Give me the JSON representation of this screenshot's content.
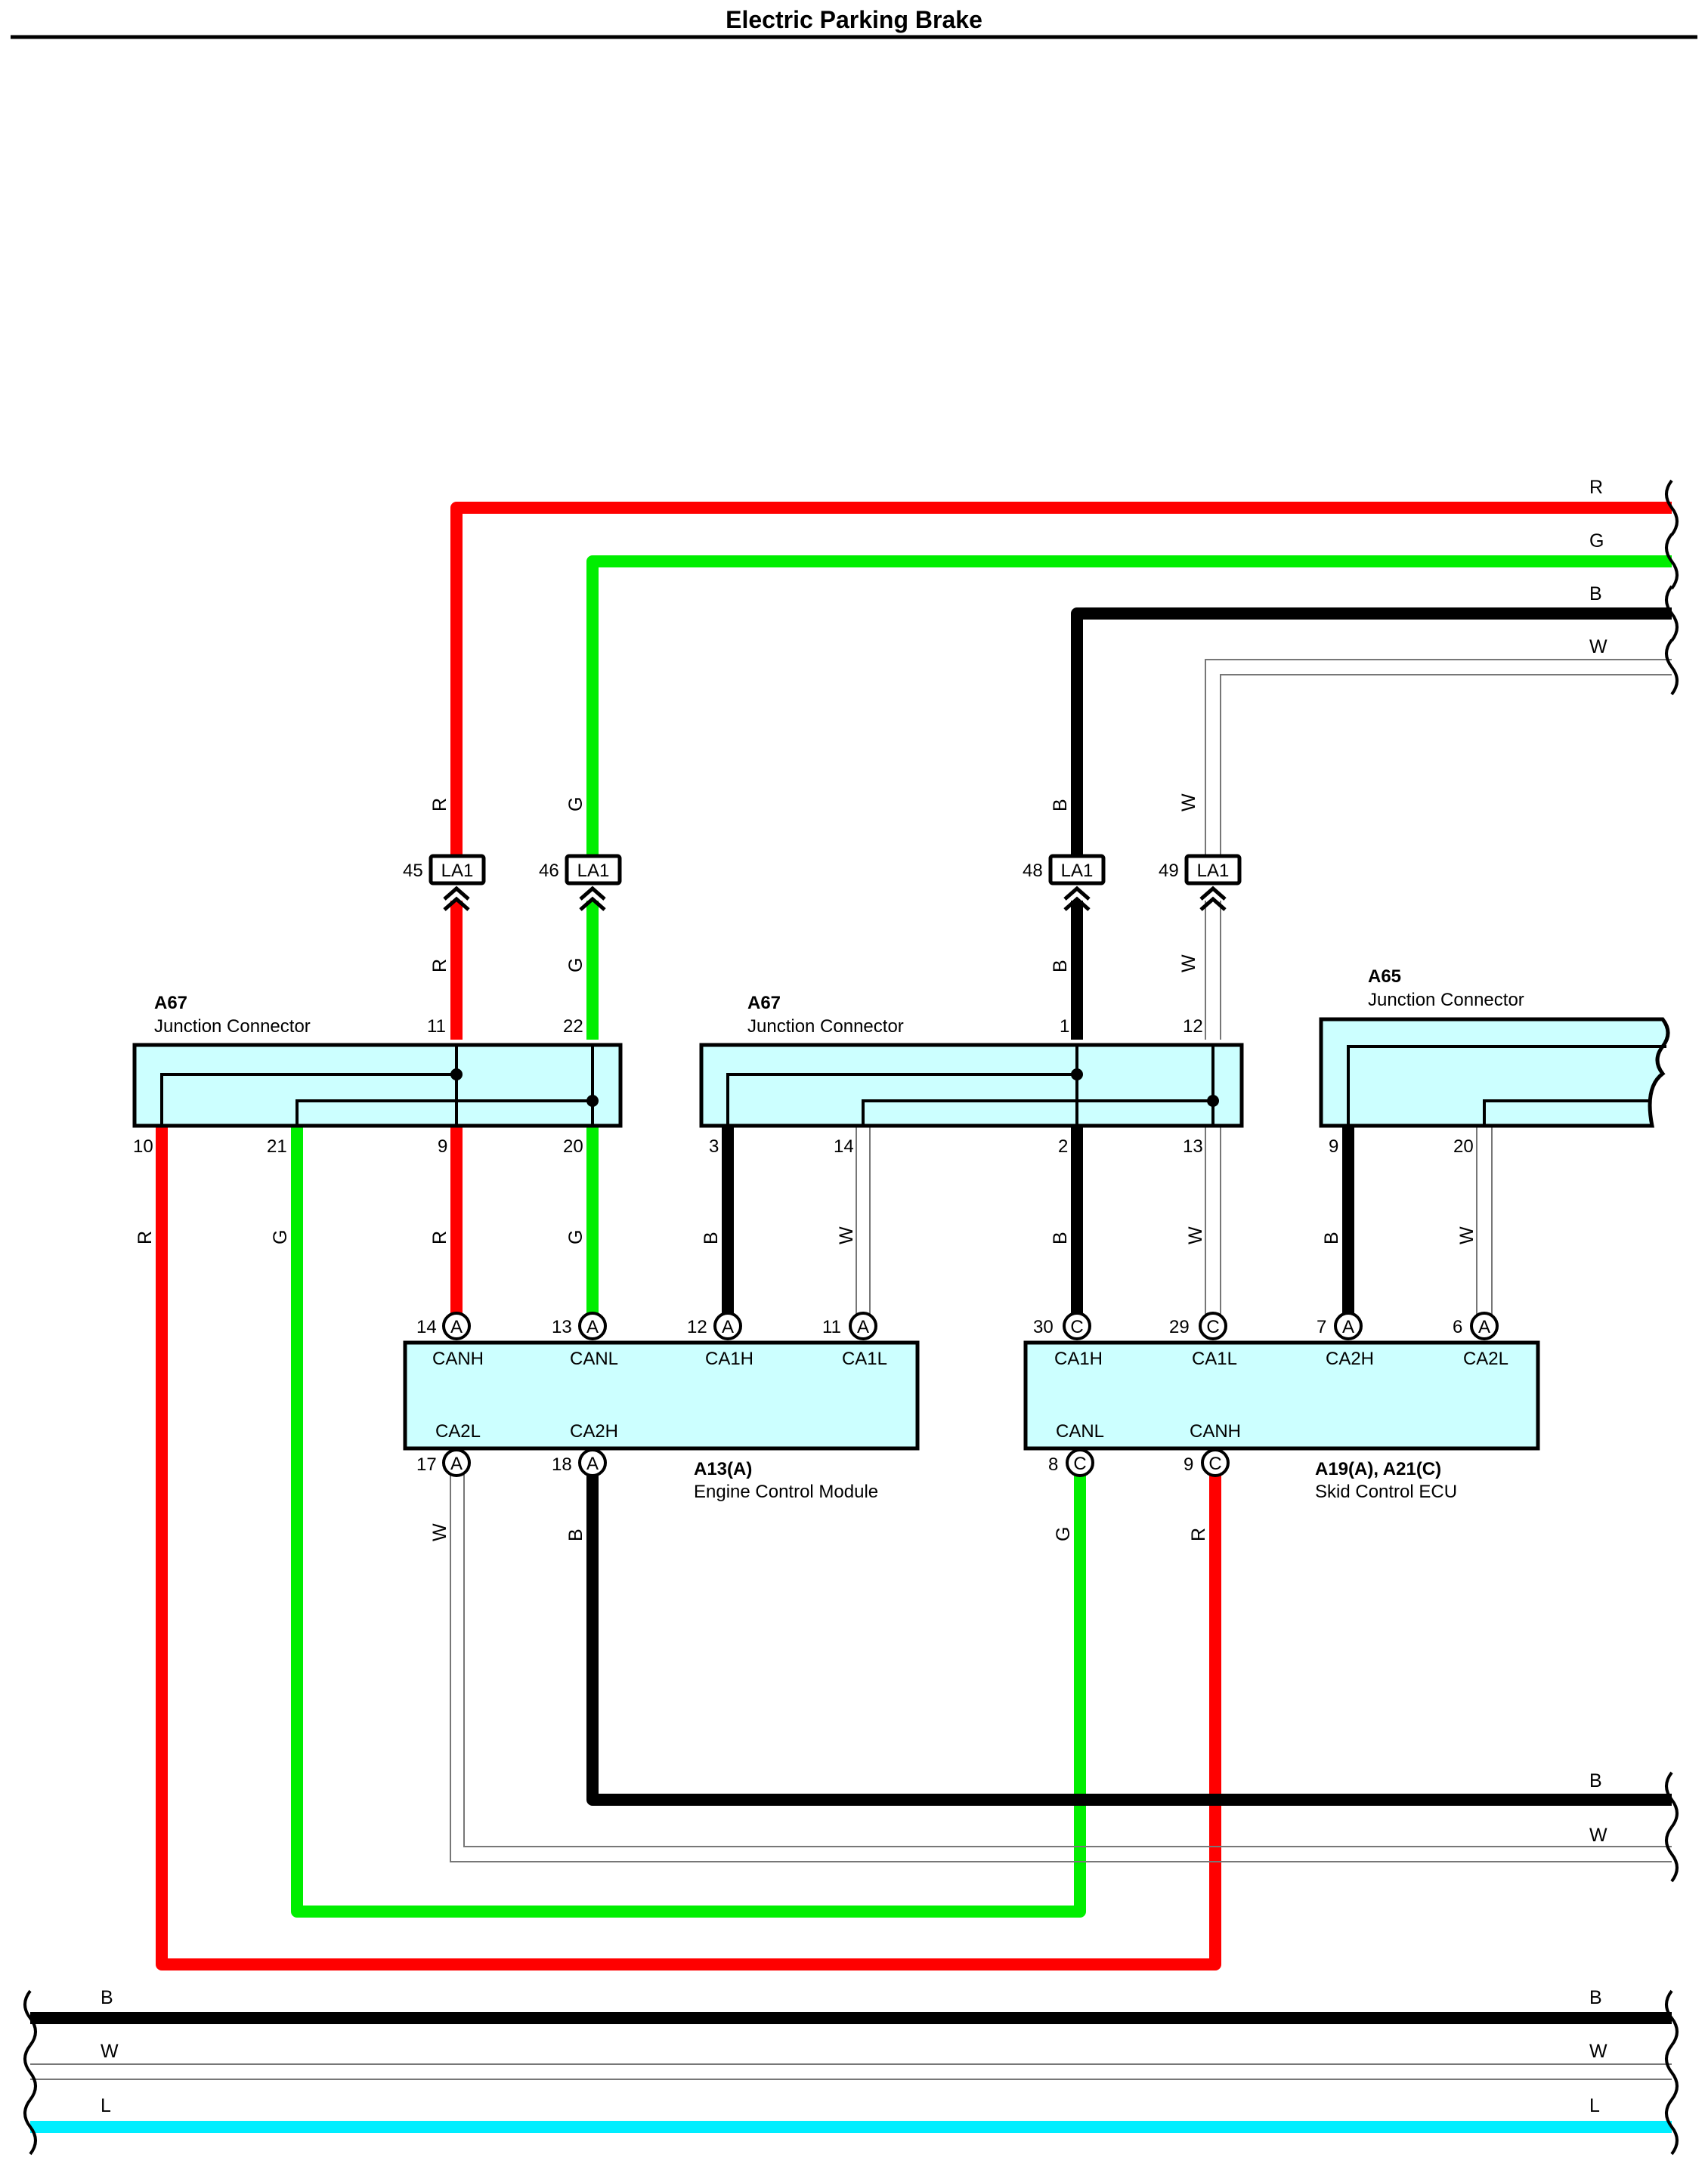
{
  "title": "Electric Parking Brake",
  "colors": {
    "R": "#ff0000",
    "G": "#00ee00",
    "B": "#000000",
    "W": "#ffffff",
    "L": "#00eeff",
    "box": "#ccffff"
  },
  "wire_codes": {
    "R": "R",
    "G": "G",
    "B": "B",
    "W": "W",
    "L": "L"
  },
  "inline_connector": {
    "label": "LA1",
    "pins": [
      "45",
      "46",
      "48",
      "49"
    ]
  },
  "jc_left": {
    "id": "A67",
    "name": "Junction Connector",
    "top_pins": [
      "11",
      "22"
    ],
    "bottom_pins": [
      "10",
      "21",
      "9",
      "20"
    ]
  },
  "jc_mid": {
    "id": "A67",
    "name": "Junction Connector",
    "top_pins": [
      "1",
      "12"
    ],
    "bottom_pins": [
      "3",
      "14",
      "2",
      "13"
    ]
  },
  "jc_right": {
    "id": "A65",
    "name": "Junction Connector",
    "bottom_pins": [
      "9",
      "20"
    ]
  },
  "ecm": {
    "id": "A13(A)",
    "name": "Engine Control Module",
    "letter": "A",
    "top": [
      {
        "pin": "14",
        "sig": "CANH"
      },
      {
        "pin": "13",
        "sig": "CANL"
      },
      {
        "pin": "12",
        "sig": "CA1H"
      },
      {
        "pin": "11",
        "sig": "CA1L"
      }
    ],
    "bottom": [
      {
        "pin": "17",
        "sig": "CA2L"
      },
      {
        "pin": "18",
        "sig": "CA2H"
      }
    ]
  },
  "skid": {
    "id": "A19(A), A21(C)",
    "name": "Skid Control ECU",
    "top": [
      {
        "pin": "30",
        "sig": "CA1H",
        "letter": "C"
      },
      {
        "pin": "29",
        "sig": "CA1L",
        "letter": "C"
      },
      {
        "pin": "7",
        "sig": "CA2H",
        "letter": "A"
      },
      {
        "pin": "6",
        "sig": "CA2L",
        "letter": "A"
      }
    ],
    "bottom": [
      {
        "pin": "8",
        "sig": "CANL",
        "letter": "C"
      },
      {
        "pin": "9",
        "sig": "CANH",
        "letter": "C"
      }
    ]
  }
}
